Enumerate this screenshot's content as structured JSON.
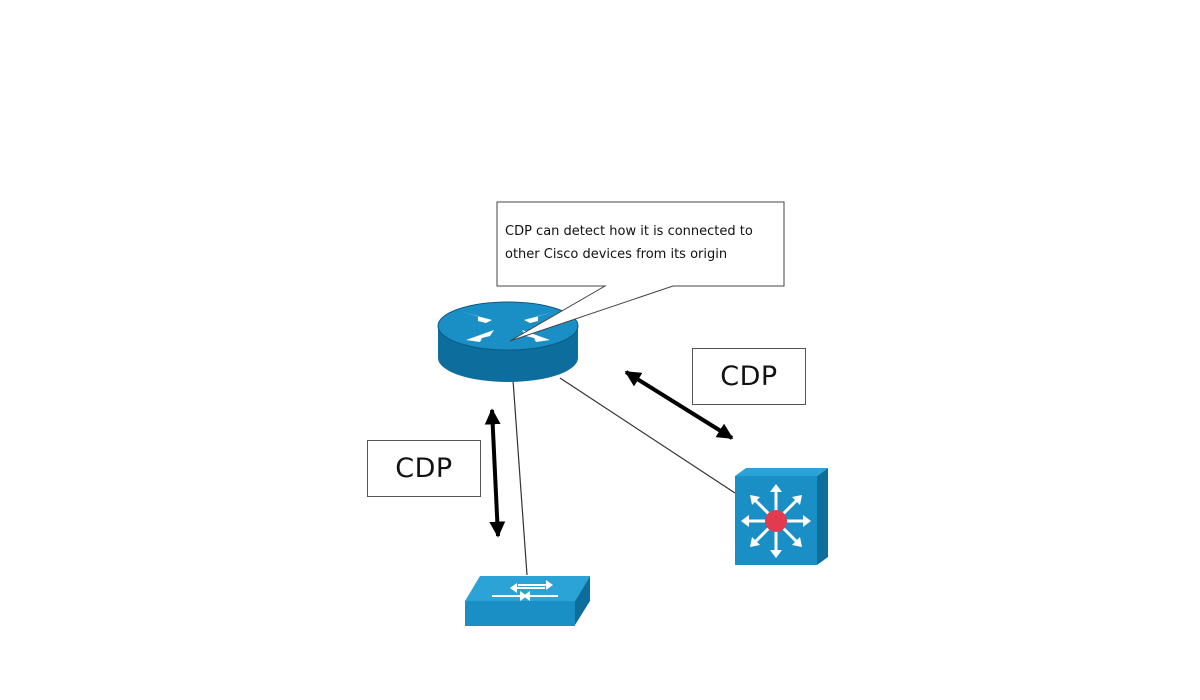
{
  "callout": {
    "line1": "CDP can detect how it is connected to",
    "line2": "other Cisco devices from its origin"
  },
  "labels": {
    "cdp_left": "CDP",
    "cdp_right": "CDP"
  },
  "devices": {
    "router": {
      "icon": "router-icon"
    },
    "multilayer_switch": {
      "icon": "multilayer-switch-icon"
    },
    "switch": {
      "icon": "workgroup-switch-icon"
    }
  },
  "colors": {
    "device_blue": "#1a8fc6",
    "device_dark": "#0d6e9e",
    "center_dot": "#e23a4f"
  }
}
